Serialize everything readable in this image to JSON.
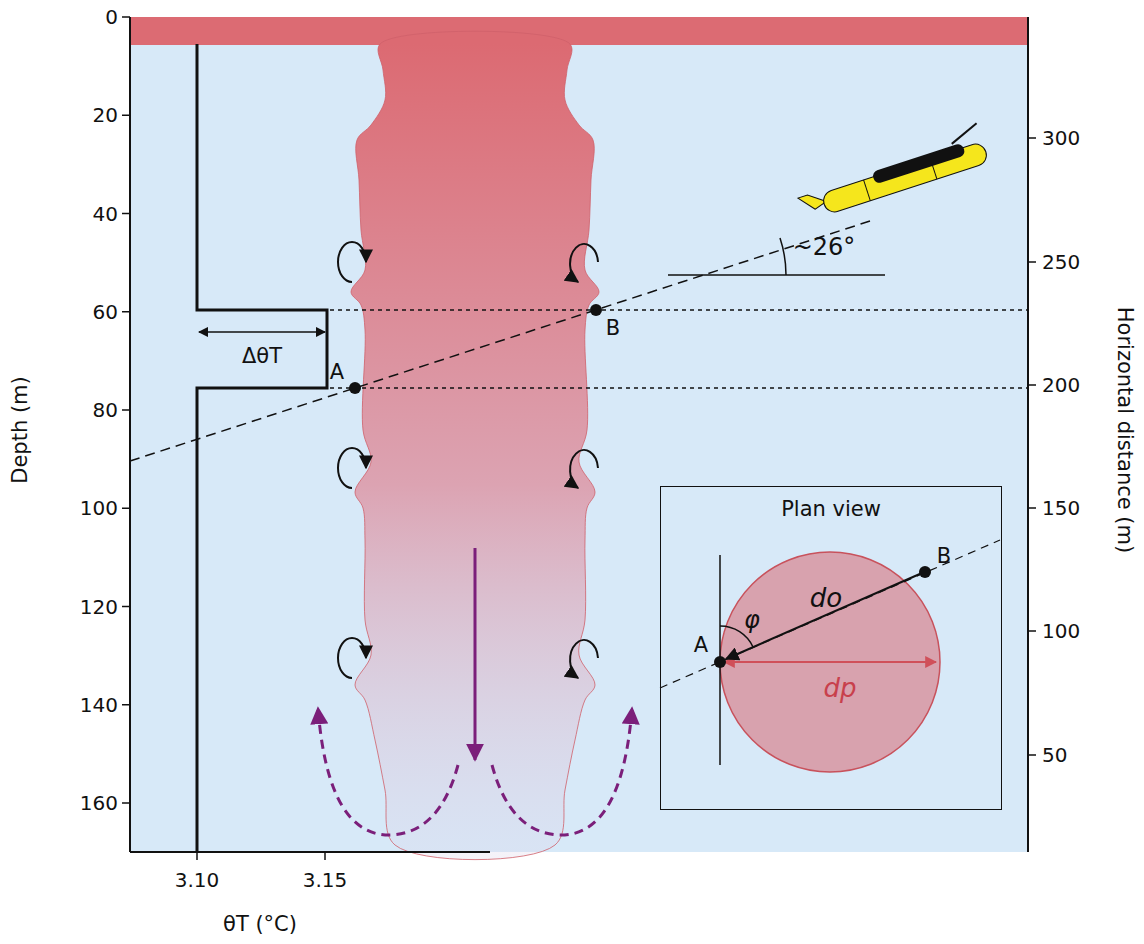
{
  "diagram": {
    "nodes": [
      {
        "text": [
          "Plan view"
        ]
      }
    ],
    "labels": [
      "0",
      "20",
      "40",
      "60",
      "80",
      "100",
      "120",
      "140",
      "160",
      "Depth (m)",
      "3.10",
      "3.15",
      "θT (°C)",
      "300",
      "250",
      "200",
      "150",
      "100",
      "50",
      "Horizontal distance (m)",
      "ΔθT",
      "A",
      "B",
      "~26°",
      "φ",
      "A",
      "B",
      "do",
      "dp"
    ]
  }
}
